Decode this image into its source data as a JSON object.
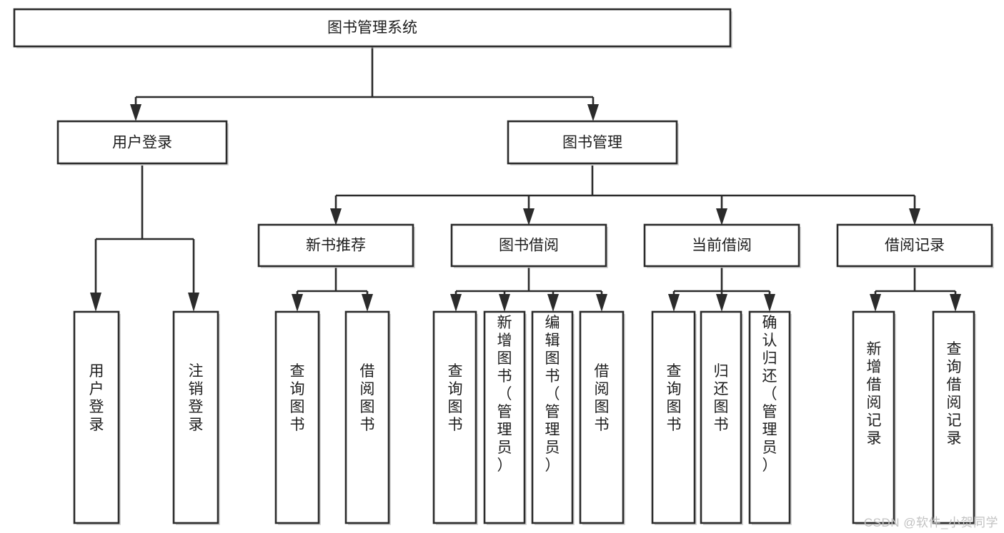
{
  "diagram": {
    "title": "图书管理系统",
    "type": "tree-hierarchy-chart",
    "watermark": "CSDN @软件_小贺同学",
    "colors": {
      "box_stroke": "#2b2b2b",
      "box_fill": "#ffffff",
      "text": "#1d1d1d",
      "connector": "#2b2b2b",
      "watermark": "#c2c2c2",
      "background": "#ffffff"
    },
    "levels": {
      "root": {
        "label": "图书管理系统"
      },
      "level2": [
        {
          "id": "user-login",
          "label": "用户登录"
        },
        {
          "id": "book-manage",
          "label": "图书管理"
        }
      ],
      "level3": [
        {
          "id": "new-book-recommend",
          "label": "新书推荐",
          "parent": "book-manage"
        },
        {
          "id": "book-borrow",
          "label": "图书借阅",
          "parent": "book-manage"
        },
        {
          "id": "current-borrow",
          "label": "当前借阅",
          "parent": "book-manage"
        },
        {
          "id": "borrow-record",
          "label": "借阅记录",
          "parent": "book-manage"
        }
      ],
      "leaves": [
        {
          "id": "leaf-user-login",
          "label": "用户登录",
          "parent": "user-login"
        },
        {
          "id": "leaf-user-logout",
          "label": "注销登录",
          "parent": "user-login"
        },
        {
          "id": "leaf-query-book-1",
          "label": "查询图书",
          "parent": "new-book-recommend"
        },
        {
          "id": "leaf-borrow-book-1",
          "label": "借阅图书",
          "parent": "new-book-recommend"
        },
        {
          "id": "leaf-query-book-2",
          "label": "查询图书",
          "parent": "book-borrow"
        },
        {
          "id": "leaf-add-book",
          "label": "新增图书（管理员）",
          "parent": "book-borrow"
        },
        {
          "id": "leaf-edit-book",
          "label": "编辑图书（管理员）",
          "parent": "book-borrow"
        },
        {
          "id": "leaf-borrow-book-2",
          "label": "借阅图书",
          "parent": "book-borrow"
        },
        {
          "id": "leaf-query-book-3",
          "label": "查询图书",
          "parent": "current-borrow"
        },
        {
          "id": "leaf-return-book",
          "label": "归还图书",
          "parent": "current-borrow"
        },
        {
          "id": "leaf-confirm-return",
          "label": "确认归还（管理员）",
          "parent": "current-borrow"
        },
        {
          "id": "leaf-add-record",
          "label": "新增借阅记录",
          "parent": "borrow-record"
        },
        {
          "id": "leaf-query-record",
          "label": "查询借阅记录",
          "parent": "borrow-record"
        }
      ]
    }
  }
}
